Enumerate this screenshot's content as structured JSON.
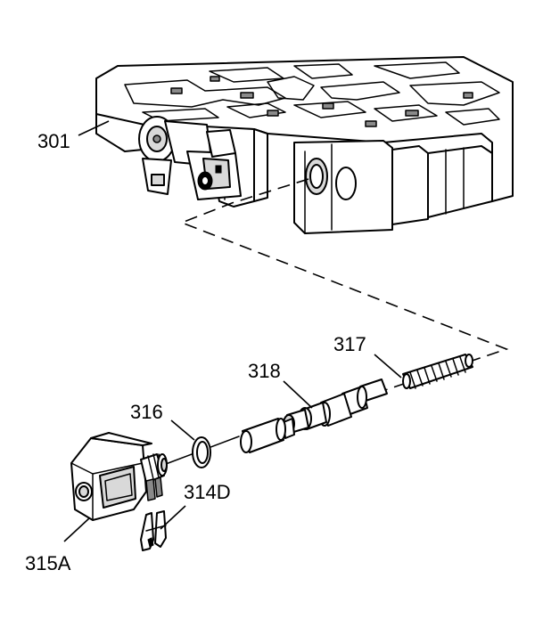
{
  "callouts": {
    "valve_body": "301",
    "solenoid": "315A",
    "seal": "316",
    "spring": "317",
    "valve": "318",
    "retainer_clip": "314D"
  },
  "colors": {
    "ink": "#000000",
    "paper": "#ffffff",
    "shade": "#d9d9d9"
  }
}
